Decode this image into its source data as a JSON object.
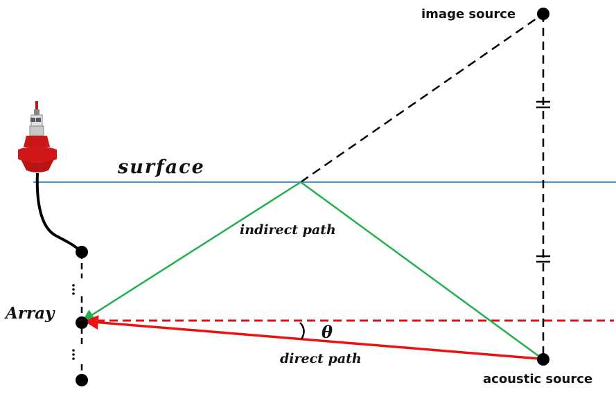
{
  "labels": {
    "image_source": "image source",
    "surface": "surface",
    "indirect_path": "indirect path",
    "array": "Array",
    "theta": "θ",
    "direct_path": "direct path",
    "acoustic_source": "acoustic source"
  },
  "colors": {
    "surface_line": "#4a8fc8",
    "indirect_path": "#22b04a",
    "direct_path": "#ee1111",
    "dashed_reference": "#dd1111",
    "construction": "#000000",
    "buoy_red": "#d01818"
  }
}
